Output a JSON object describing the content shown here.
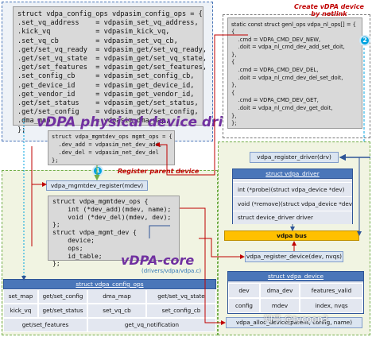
{
  "config_ops": {
    "lines": [
      "struct vdpa_config_ops vdpasim_config_ops = {",
      ".set_vq_address    = vdpasim_set_vq_address,",
      ".kick_vq           = vdpasim_kick_vq,",
      ".set_vq_cb         = vdpasim_set_vq_cb,",
      ".get/set_vq_ready  = vdpasim_get/set_vq_ready,",
      ".get/set_vq_state  = vdpasim_get/set_vq_state,",
      ".get/set_features  = vdpasim_get/set_features,",
      ".set_config_cb     = vdpasim_set_config_cb,",
      ".get_device_id     = vdpasim_get_device_id,",
      ".get_vendor_id     = vdpasim_get_vendor_id,",
      ".get/set_status    = vdpasim_get/set_status,",
      ".get/set_config    = vdpasim_get/set_config,",
      ".dma_map           = vdpasim_dma_map,",
      "};"
    ]
  },
  "physical_title": "vDPA physical device driver",
  "genl_ops": {
    "header": "static const struct genl_ops vdpa_nl_ops[] = {",
    "lines": [
      "{",
      "    .cmd = VDPA_CMD_DEV_NEW,",
      "    .doit = vdpa_nl_cmd_dev_add_set_doit,",
      "},",
      "{",
      "    .cmd = VDPA_CMD_DEV_DEL,",
      "    .doit = vdpa_nl_cmd_dev_del_set_doit,",
      "},",
      "{",
      "    .cmd = VDPA_CMD_DEV_GET,",
      "    .doit = vdpa_nl_cmd_dev_get_doit,",
      "},",
      "};"
    ]
  },
  "create_label": "Create vDPA device by netlink",
  "badge_1": "1",
  "badge_2": "2",
  "mgmtdev_ops_box": {
    "lines": [
      "struct vdpa_mgmtdev_ops mgmt_ops = {",
      "  .dev_add = vdpasim_net_dev_add,",
      "  .dev_del = vdpasim_net_dev_del",
      "};"
    ]
  },
  "register_parent_label": "Register parent device",
  "mgmtdev_register": "vdpa_mgmtdev_register(mdev)",
  "core_code": {
    "lines": [
      "struct vdpa_mgmtdev_ops {",
      "    int (*dev_add)(mdev, name);",
      "    void (*dev_del)(mdev, dev);",
      "};",
      "struct vdpa_mgmt_dev {",
      "    device;",
      "    ops;",
      "    id_table;",
      "};"
    ]
  },
  "core_title": "vDPA-core",
  "core_path": "(drivers/vdpa/vdpa.c)",
  "config_ops_table": {
    "title": "struct vdpa_config_ops",
    "row1": [
      "set_map",
      "get/set_config",
      "dma_map",
      "get/set_vq_state"
    ],
    "row2": [
      "kick_vq",
      "get/set_status",
      "set_vq_cb",
      "set_config_cb"
    ],
    "row3": [
      "get/set_features",
      "get_vq_notification"
    ]
  },
  "register_driver": "vdpa_register_driver(drv)",
  "vdpa_driver": {
    "title": "struct vdpa_driver",
    "rows": [
      "int (*probe)(struct vdpa_device *dev)",
      "void (*remove)(struct vdpa_device *dev)",
      "struct device_driver driver"
    ]
  },
  "vdpa_bus": "vdpa bus",
  "register_device": "vdpa_register_device(dev, nvqs)",
  "vdpa_device": {
    "title": "struct vdpa_device",
    "row1": [
      "dev",
      "dma_dev",
      "features_valid"
    ],
    "row2": [
      "config",
      "mdev",
      "index, nvqs"
    ]
  },
  "alloc_device": "vdpa_alloc_device(parent, config, name)",
  "watermark": "知乎 @tycoon3",
  "colors": {
    "red": "#c00000",
    "blue": "#2f5597",
    "purple": "#7030a0",
    "cyan": "#00a3e0",
    "green": "#70ad47",
    "cream": "#f1f4e2"
  }
}
